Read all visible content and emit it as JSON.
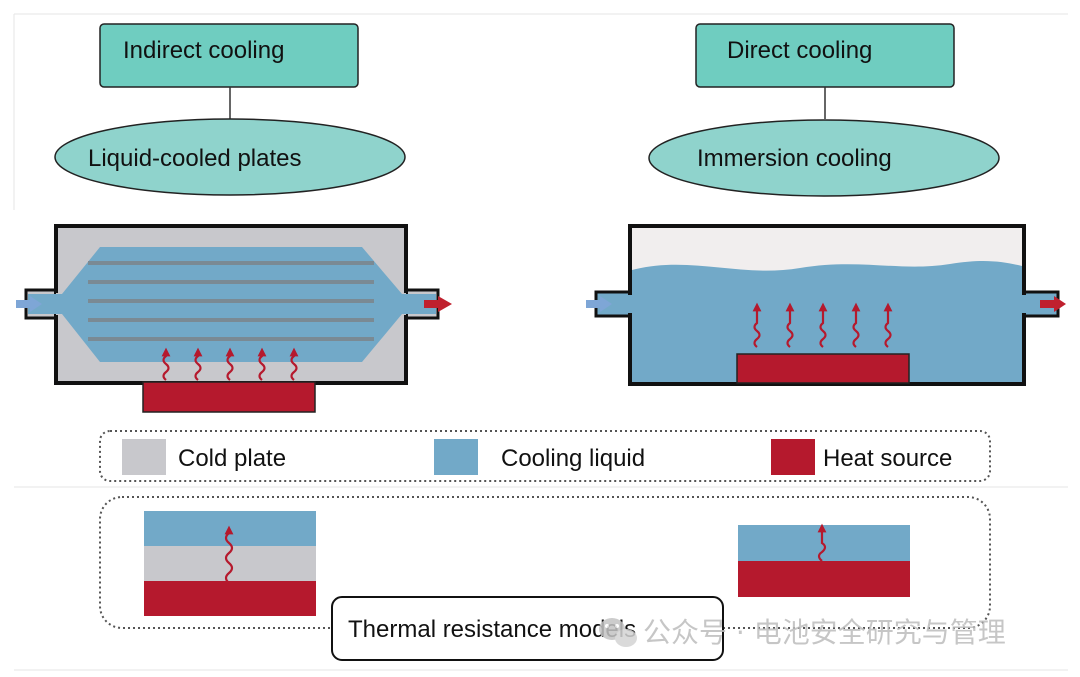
{
  "left": {
    "category": "Indirect cooling",
    "method": "Liquid-cooled plates"
  },
  "right": {
    "category": "Direct cooling",
    "method": "Immersion cooling"
  },
  "legend": {
    "items": [
      {
        "label": "Cold plate",
        "color": "#c8c8cc"
      },
      {
        "label": "Cooling liquid",
        "color": "#72a9c8"
      },
      {
        "label": "Heat source",
        "color": "#b5192d"
      }
    ]
  },
  "models": {
    "title": "Thermal resistance models"
  },
  "watermark": {
    "text": "公众号 · 电池安全研究与管理"
  },
  "colors": {
    "category_box": "#6fcdc0",
    "method_ellipse": "#8fd3cc",
    "cold_plate": "#c8c8cc",
    "cooling_liquid": "#72a9c8",
    "heat_source": "#b5192d",
    "channel": "#7a8a94",
    "inlet_arrow": "#7ea6d6",
    "outlet_arrow": "#c0202e"
  }
}
